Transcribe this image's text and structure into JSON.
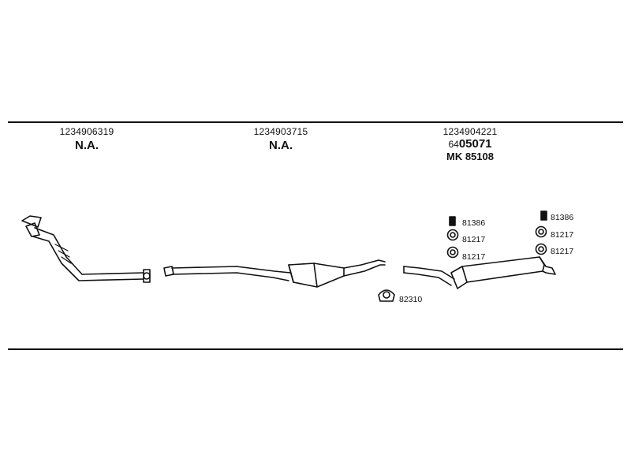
{
  "columns": [
    {
      "part_number": "1234906319",
      "ref": "N.A."
    },
    {
      "part_number": "1234903715",
      "ref": "N.A."
    },
    {
      "part_number": "1234904221",
      "ref_prefix": "64",
      "ref_main": "05071",
      "kit_line": "MK  85108"
    }
  ],
  "callouts": {
    "clip_left": "81386",
    "ring_left_a": "81217",
    "ring_left_b": "81217",
    "clip_right": "81386",
    "ring_right_a": "81217",
    "ring_right_b": "81217",
    "clamp": "82310"
  }
}
